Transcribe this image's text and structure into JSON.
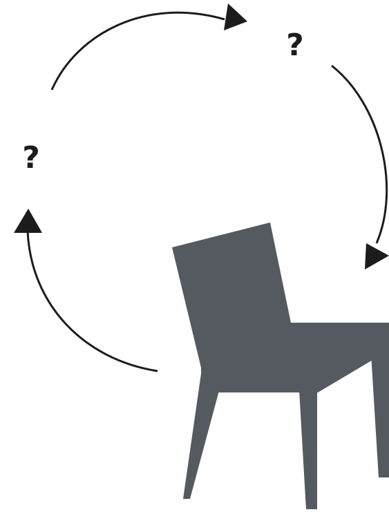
{
  "diagram": {
    "nodes": [
      {
        "id": "top-right",
        "label": "?"
      },
      {
        "id": "left",
        "label": "?"
      },
      {
        "id": "bottom-right",
        "label": ""
      }
    ],
    "edges": [
      {
        "from": "left",
        "to": "top-right"
      },
      {
        "from": "top-right",
        "to": "bottom-right"
      },
      {
        "from": "bottom-right",
        "to": "left"
      }
    ],
    "colors": {
      "arrow": "#1c1c1c",
      "chair": "#555a61",
      "background": "#ffffff"
    },
    "icons": {
      "chair": "chair-icon"
    }
  }
}
